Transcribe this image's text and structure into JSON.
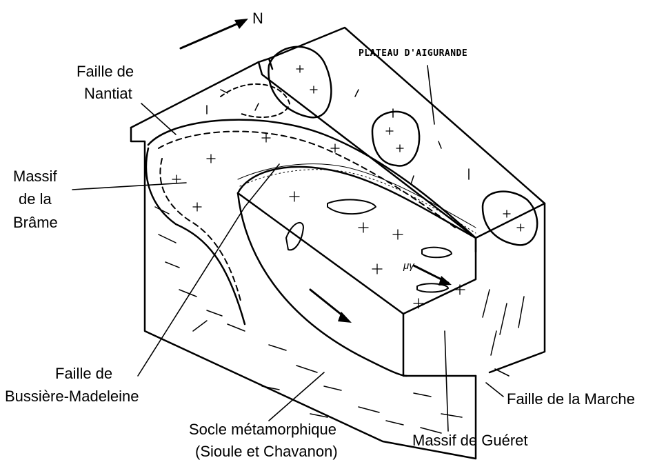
{
  "north": "N",
  "labels": {
    "faille_nantiat": [
      "Faille de",
      "Nantiat"
    ],
    "plateau": "PLATEAU D'AIGURANDE",
    "massif_brame": [
      "Massif",
      "de la",
      "Brâme"
    ],
    "faille_bussiere": [
      "Faille de",
      "Bussière-Madeleine"
    ],
    "socle": [
      "Socle métamorphique",
      "(Sioule et Chavanon)"
    ],
    "massif_gueret": "Massif de Guéret",
    "faille_marche": "Faille de la Marche",
    "my_mark": "μγ"
  }
}
